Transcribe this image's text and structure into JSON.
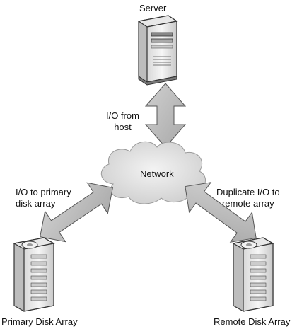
{
  "labels": {
    "server": "Server",
    "io_from_host_line1": "I/O from",
    "io_from_host_line2": "host",
    "network": "Network",
    "io_primary_line1": "I/O to primary",
    "io_primary_line2": "disk array",
    "dup_io_line1": "Duplicate I/O to",
    "dup_io_line2": "remote array",
    "primary_array": "Primary Disk Array",
    "remote_array": "Remote Disk Array"
  },
  "icons": {
    "server": "server-tower-icon",
    "network": "cloud-icon",
    "primary_array": "disk-array-icon",
    "remote_array": "disk-array-icon"
  },
  "colors": {
    "arrow_fill": "#bdbdbd",
    "arrow_stroke": "#555555",
    "cloud_fill": "#e4e4e4",
    "device_fill": "#ededed",
    "device_stroke": "#333333"
  }
}
